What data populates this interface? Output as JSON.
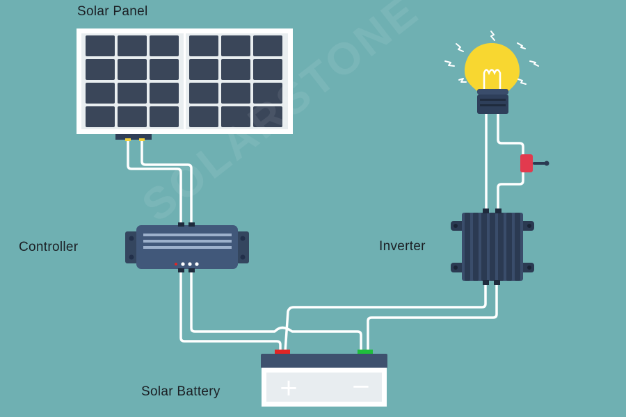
{
  "labels": {
    "solar_panel": "Solar Panel",
    "controller": "Controller",
    "inverter": "Inverter",
    "solar_battery": "Solar Battery"
  },
  "battery": {
    "plus_symbol": "+",
    "minus_symbol": "−"
  },
  "watermark": "SOLARSTONE",
  "colors": {
    "background": "#6fb0b2",
    "device": "#3d5170",
    "wire": "#ffffff",
    "bulb": "#f8d730",
    "switch": "#e23a4e",
    "battery_positive": "#e02525",
    "battery_negative": "#1fbf3c"
  }
}
